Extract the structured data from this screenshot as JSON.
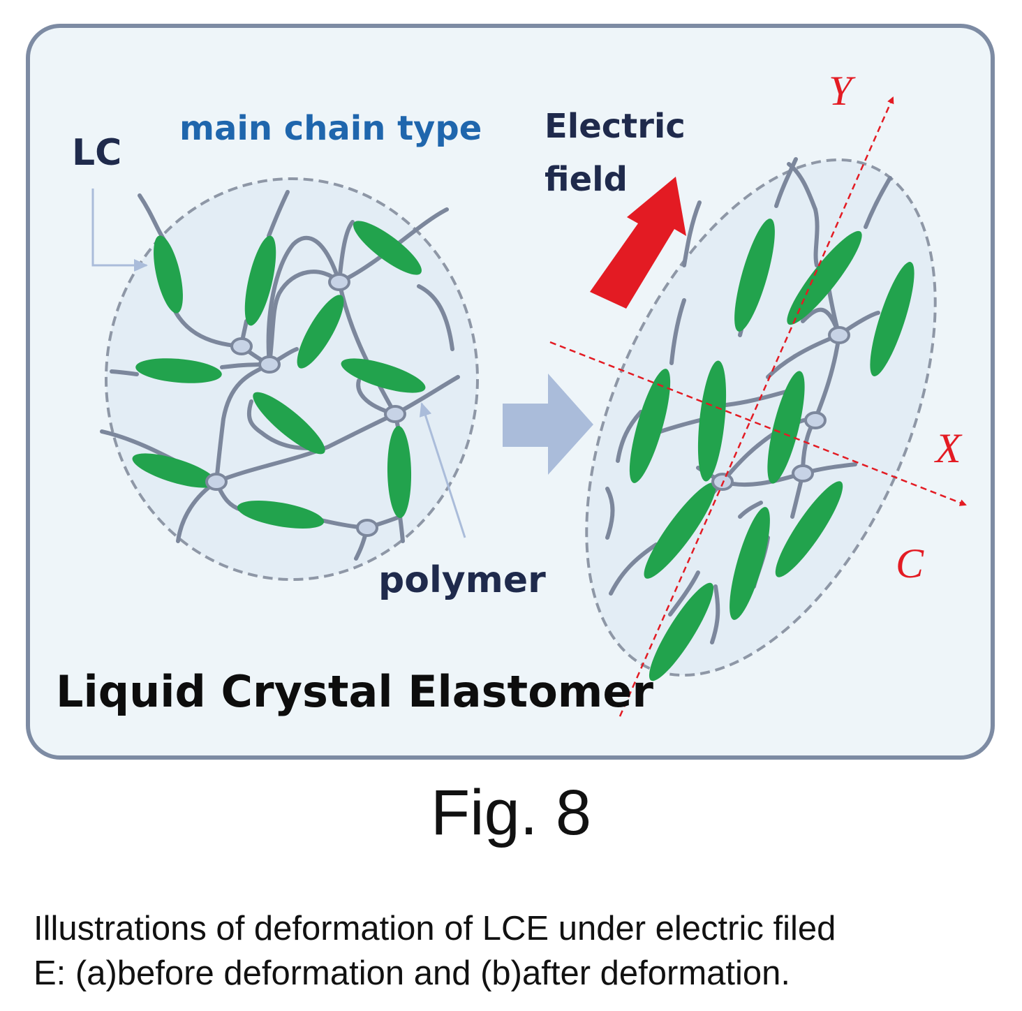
{
  "labels": {
    "lc": "LC",
    "main_chain_type": "main chain type",
    "electric_field_line1": "Electric",
    "electric_field_line2": "field",
    "axis_y": "Y",
    "axis_x": "X",
    "axis_c": "C",
    "polymer": "polymer",
    "panel_title": "Liquid Crystal Elastomer"
  },
  "figure_title": "Fig. 8",
  "caption": {
    "line1": "Illustrations of deformation of LCE under electric filed",
    "line2": "E: (a)before deformation and  (b)after deformation."
  },
  "colors": {
    "panel_border": "#7d8ba3",
    "panel_fill": "#eef5f9",
    "region_fill": "#e3edf5",
    "region_border": "#8e97a6",
    "polymer_chain": "#7c879c",
    "lc_mesogen": "#22a34d",
    "crosslink_fill": "#c7d3e6",
    "field_arrow": "#e31b23",
    "axis_red": "#e31b23",
    "transform_arrow": "#aabcda",
    "label_navy": "#1f2a4c",
    "label_blue": "#1f66ad"
  },
  "icons": {
    "transform_arrow": "right-block-arrow",
    "field_arrow": "up-right-block-arrow"
  }
}
